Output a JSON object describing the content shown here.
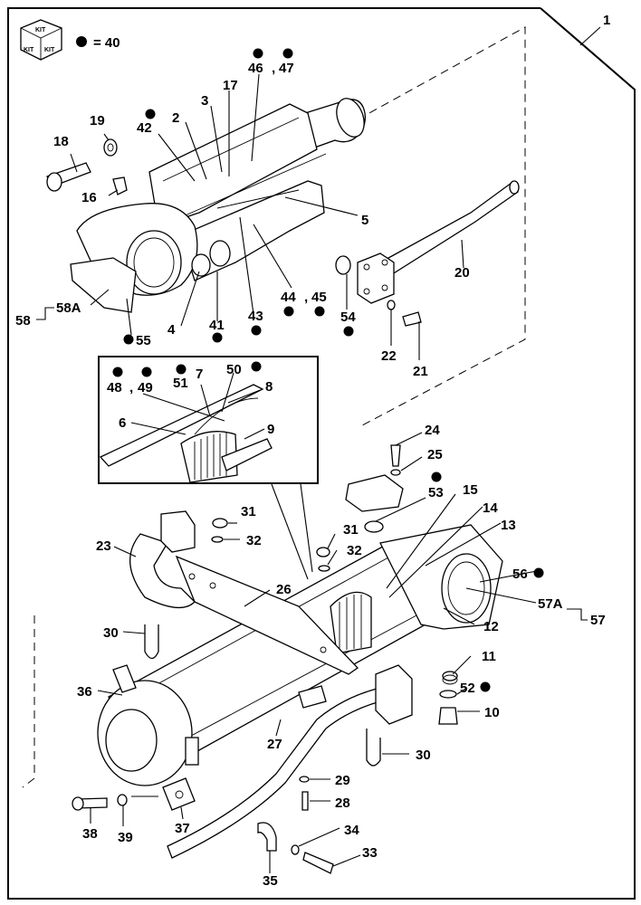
{
  "legend": {
    "kit_icon_text": "KIT",
    "kit_meaning": "= 40"
  },
  "assembly_label": "1",
  "detail_view": {
    "labels": [
      "48",
      "49",
      "51",
      "7",
      "50",
      "8",
      "6",
      "9"
    ]
  },
  "callouts": [
    {
      "id": "c1",
      "text": "1",
      "kit": false
    },
    {
      "id": "c2",
      "text": "2",
      "kit": false
    },
    {
      "id": "c3",
      "text": "3",
      "kit": false
    },
    {
      "id": "c4",
      "text": "4",
      "kit": false
    },
    {
      "id": "c5",
      "text": "5",
      "kit": false
    },
    {
      "id": "c6",
      "text": "6",
      "kit": false
    },
    {
      "id": "c7",
      "text": "7",
      "kit": false
    },
    {
      "id": "c8",
      "text": "8",
      "kit": false
    },
    {
      "id": "c9",
      "text": "9",
      "kit": false
    },
    {
      "id": "c10",
      "text": "10",
      "kit": false
    },
    {
      "id": "c11",
      "text": "11",
      "kit": false
    },
    {
      "id": "c12",
      "text": "12",
      "kit": false
    },
    {
      "id": "c13",
      "text": "13",
      "kit": false
    },
    {
      "id": "c14",
      "text": "14",
      "kit": false
    },
    {
      "id": "c15",
      "text": "15",
      "kit": false
    },
    {
      "id": "c16",
      "text": "16",
      "kit": false
    },
    {
      "id": "c17",
      "text": "17",
      "kit": false
    },
    {
      "id": "c18",
      "text": "18",
      "kit": false
    },
    {
      "id": "c19",
      "text": "19",
      "kit": false
    },
    {
      "id": "c20",
      "text": "20",
      "kit": false
    },
    {
      "id": "c21",
      "text": "21",
      "kit": false
    },
    {
      "id": "c22",
      "text": "22",
      "kit": false
    },
    {
      "id": "c23",
      "text": "23",
      "kit": false
    },
    {
      "id": "c24",
      "text": "24",
      "kit": false
    },
    {
      "id": "c25",
      "text": "25",
      "kit": false
    },
    {
      "id": "c26",
      "text": "26",
      "kit": false
    },
    {
      "id": "c27",
      "text": "27",
      "kit": false
    },
    {
      "id": "c28",
      "text": "28",
      "kit": false
    },
    {
      "id": "c29",
      "text": "29",
      "kit": false
    },
    {
      "id": "c30a",
      "text": "30",
      "kit": false
    },
    {
      "id": "c30b",
      "text": "30",
      "kit": false
    },
    {
      "id": "c31a",
      "text": "31",
      "kit": false
    },
    {
      "id": "c31b",
      "text": "31",
      "kit": false
    },
    {
      "id": "c32a",
      "text": "32",
      "kit": false
    },
    {
      "id": "c32b",
      "text": "32",
      "kit": false
    },
    {
      "id": "c33",
      "text": "33",
      "kit": false
    },
    {
      "id": "c34",
      "text": "34",
      "kit": false
    },
    {
      "id": "c35",
      "text": "35",
      "kit": false
    },
    {
      "id": "c36",
      "text": "36",
      "kit": false
    },
    {
      "id": "c37",
      "text": "37",
      "kit": false
    },
    {
      "id": "c38",
      "text": "38",
      "kit": false
    },
    {
      "id": "c39",
      "text": "39",
      "kit": false
    },
    {
      "id": "c41",
      "text": "41",
      "kit": true
    },
    {
      "id": "c42",
      "text": "42",
      "kit": true
    },
    {
      "id": "c43",
      "text": "43",
      "kit": true
    },
    {
      "id": "c44",
      "text": "44",
      "kit": true
    },
    {
      "id": "c45",
      "text": "45",
      "kit": true
    },
    {
      "id": "c46",
      "text": "46",
      "kit": true
    },
    {
      "id": "c47",
      "text": "47",
      "kit": true
    },
    {
      "id": "c48",
      "text": "48",
      "kit": true
    },
    {
      "id": "c49",
      "text": "49",
      "kit": true
    },
    {
      "id": "c50",
      "text": "50",
      "kit": true
    },
    {
      "id": "c51",
      "text": "51",
      "kit": true
    },
    {
      "id": "c52",
      "text": "52",
      "kit": true
    },
    {
      "id": "c53",
      "text": "53",
      "kit": true
    },
    {
      "id": "c54",
      "text": "54",
      "kit": true
    },
    {
      "id": "c55",
      "text": "55",
      "kit": true
    },
    {
      "id": "c56",
      "text": "56",
      "kit": true
    },
    {
      "id": "c57",
      "text": "57",
      "kit": false
    },
    {
      "id": "c57a",
      "text": "57A",
      "kit": false
    },
    {
      "id": "c58",
      "text": "58",
      "kit": false
    },
    {
      "id": "c58a",
      "text": "58A",
      "kit": false
    }
  ],
  "separators": {
    "comma": ","
  }
}
